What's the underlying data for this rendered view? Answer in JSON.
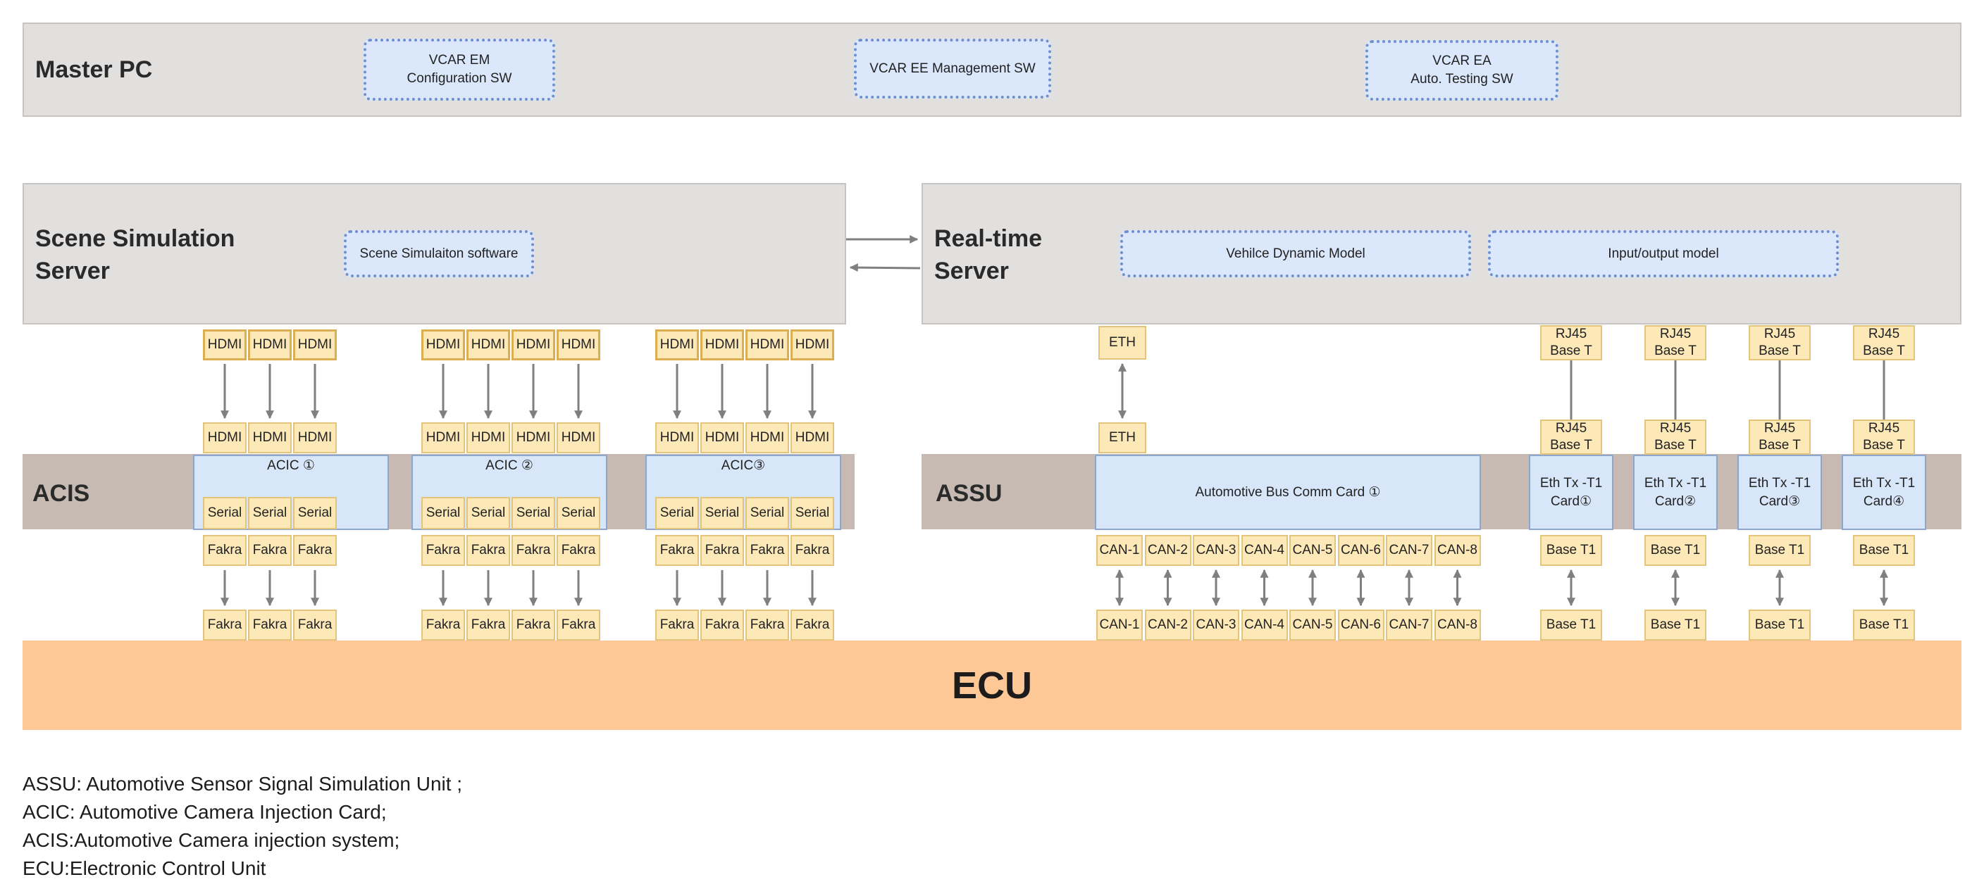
{
  "master_pc": {
    "title": "Master PC",
    "software": [
      "VCAR EM\nConfiguration SW",
      "VCAR EE Management SW",
      "VCAR EA\nAuto. Testing SW"
    ]
  },
  "scene_server": {
    "title": "Scene Simulation\nServer",
    "software": "Scene Simulaiton software"
  },
  "realtime_server": {
    "title": "Real-time\nServer",
    "software": [
      "Vehilce Dynamic Model",
      "Input/output model"
    ]
  },
  "acis": {
    "title": "ACIS",
    "cards": [
      "ACIC ①",
      "ACIC ②",
      "ACIC③"
    ],
    "hdmi_label": "HDMI",
    "serial_label": "Serial",
    "fakra_label": "Fakra"
  },
  "assu": {
    "title": "ASSU",
    "eth_label": "ETH",
    "bus_card": "Automotive Bus Comm Card ①",
    "can_labels": [
      "CAN-1",
      "CAN-2",
      "CAN-3",
      "CAN-4",
      "CAN-5",
      "CAN-6",
      "CAN-7",
      "CAN-8"
    ],
    "rj45_label": "RJ45\nBase T",
    "eth_cards": [
      "Eth Tx -T1\nCard①",
      "Eth Tx -T1\nCard②",
      "Eth Tx -T1\nCard③",
      "Eth Tx -T1\nCard④"
    ],
    "base_t1_label": "Base T1"
  },
  "ecu": {
    "title": "ECU"
  },
  "legend": [
    "ASSU: Automotive Sensor Signal Simulation Unit ;",
    "ACIC: Automotive  Camera Injection Card;",
    "ACIS:Automotive Camera injection system;",
    "ECU:Electronic Control Unit"
  ],
  "colors": {
    "band": "#e2e0df",
    "acis_band": "#c7bab2",
    "card": "#d8e6fa",
    "port": "#fde9b8",
    "ecu": "#fec896",
    "arrow": "#7f7f7f"
  }
}
